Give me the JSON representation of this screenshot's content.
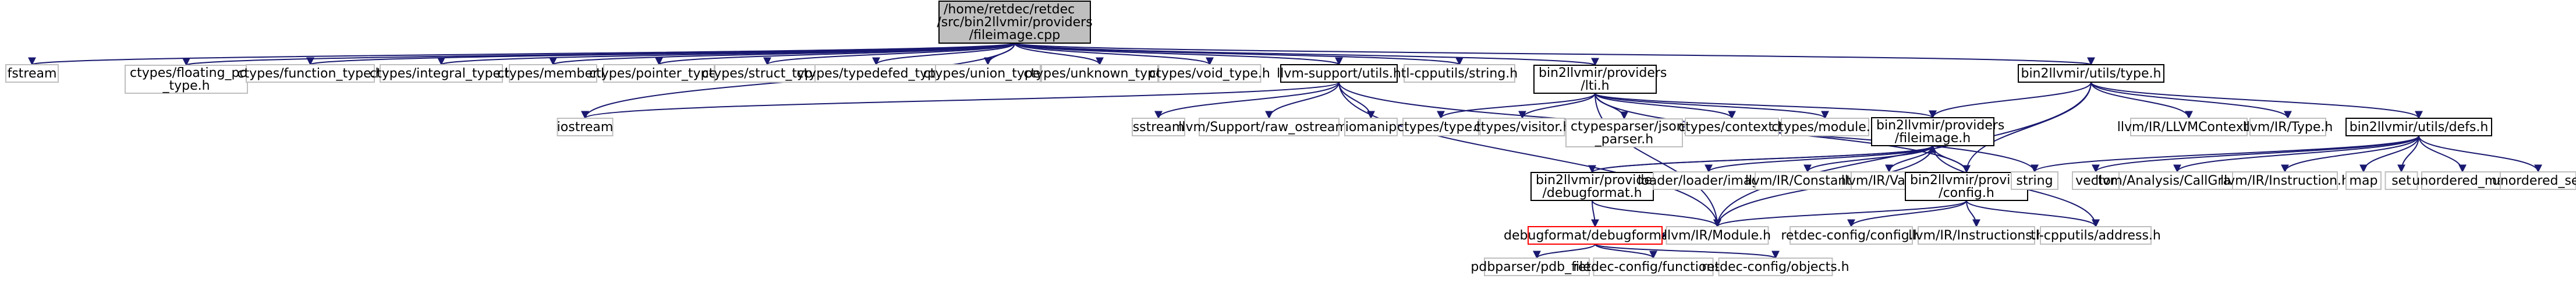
{
  "diagram": {
    "nodes": [
      {
        "id": "root",
        "lines": [
          "/home/retdec/retdec",
          "/src/bin2llvmir/providers",
          "/fileimage.cpp"
        ],
        "style": "root"
      },
      {
        "id": "fstream",
        "lines": [
          "fstream"
        ]
      },
      {
        "id": "ctypes_fp",
        "lines": [
          "ctypes/floating_point",
          "_type.h"
        ]
      },
      {
        "id": "ctypes_function",
        "lines": [
          "ctypes/function_type.h"
        ]
      },
      {
        "id": "ctypes_integral",
        "lines": [
          "ctypes/integral_type.h"
        ]
      },
      {
        "id": "ctypes_member",
        "lines": [
          "ctypes/member.h"
        ]
      },
      {
        "id": "ctypes_pointer",
        "lines": [
          "ctypes/pointer_type.h"
        ]
      },
      {
        "id": "ctypes_struct",
        "lines": [
          "ctypes/struct_type.h"
        ]
      },
      {
        "id": "ctypes_typedefed",
        "lines": [
          "ctypes/typedefed_type.h"
        ]
      },
      {
        "id": "ctypes_union",
        "lines": [
          "ctypes/union_type.h"
        ]
      },
      {
        "id": "ctypes_unknown",
        "lines": [
          "ctypes/unknown_type.h"
        ]
      },
      {
        "id": "ctypes_void",
        "lines": [
          "ctypes/void_type.h"
        ]
      },
      {
        "id": "llvm_support_utils",
        "lines": [
          "llvm-support/utils.h"
        ],
        "style": "dark"
      },
      {
        "id": "tl_string",
        "lines": [
          "tl-cpputils/string.h"
        ]
      },
      {
        "id": "bin2llvmir_lti",
        "lines": [
          "bin2llvmir/providers",
          "/lti.h"
        ],
        "style": "dark"
      },
      {
        "id": "bin2llvmir_type",
        "lines": [
          "bin2llvmir/utils/type.h"
        ],
        "style": "dark"
      },
      {
        "id": "iostream",
        "lines": [
          "iostream"
        ]
      },
      {
        "id": "sstream",
        "lines": [
          "sstream"
        ]
      },
      {
        "id": "raw_ostream",
        "lines": [
          "llvm/Support/raw_ostream.h"
        ]
      },
      {
        "id": "iomanip",
        "lines": [
          "iomanip"
        ]
      },
      {
        "id": "ctypes_type",
        "lines": [
          "ctypes/type.h"
        ]
      },
      {
        "id": "ctypes_visitor",
        "lines": [
          "ctypes/visitor.h"
        ]
      },
      {
        "id": "ctypesparser",
        "lines": [
          "ctypesparser/json_ctypes",
          "_parser.h"
        ]
      },
      {
        "id": "ctypes_context",
        "lines": [
          "ctypes/context.h"
        ]
      },
      {
        "id": "ctypes_module",
        "lines": [
          "ctypes/module.h"
        ]
      },
      {
        "id": "bin2llvmir_fileimage",
        "lines": [
          "bin2llvmir/providers",
          "/fileimage.h"
        ],
        "style": "dark"
      },
      {
        "id": "llvmcontext",
        "lines": [
          "llvm/IR/LLVMContext.h"
        ]
      },
      {
        "id": "llvm_type",
        "lines": [
          "llvm/IR/Type.h"
        ]
      },
      {
        "id": "bin2llvmir_defs",
        "lines": [
          "bin2llvmir/utils/defs.h"
        ],
        "style": "dark"
      },
      {
        "id": "debugformat_h",
        "lines": [
          "bin2llvmir/providers",
          "/debugformat.h"
        ],
        "style": "dark"
      },
      {
        "id": "loader_image",
        "lines": [
          "loader/loader/image.h"
        ]
      },
      {
        "id": "llvm_constants",
        "lines": [
          "llvm/IR/Constants.h"
        ]
      },
      {
        "id": "llvm_value",
        "lines": [
          "llvm/IR/Value.h"
        ]
      },
      {
        "id": "config_h",
        "lines": [
          "bin2llvmir/providers",
          "/config.h"
        ],
        "style": "dark"
      },
      {
        "id": "string",
        "lines": [
          "string"
        ]
      },
      {
        "id": "vector",
        "lines": [
          "vector"
        ]
      },
      {
        "id": "callgraph",
        "lines": [
          "llvm/Analysis/CallGraph.h"
        ]
      },
      {
        "id": "llvm_instruction",
        "lines": [
          "llvm/IR/Instruction.h"
        ]
      },
      {
        "id": "map",
        "lines": [
          "map"
        ]
      },
      {
        "id": "set",
        "lines": [
          "set"
        ]
      },
      {
        "id": "unordered_map",
        "lines": [
          "unordered_map"
        ]
      },
      {
        "id": "unordered_set",
        "lines": [
          "unordered_set"
        ]
      },
      {
        "id": "debugformat_debugformat",
        "lines": [
          "debugformat/debugformat.h"
        ],
        "style": "red"
      },
      {
        "id": "llvm_module",
        "lines": [
          "llvm/IR/Module.h"
        ]
      },
      {
        "id": "retdec_config",
        "lines": [
          "retdec-config/config.h"
        ]
      },
      {
        "id": "llvm_instructions",
        "lines": [
          "llvm/IR/Instructions.h"
        ]
      },
      {
        "id": "tl_address",
        "lines": [
          "tl-cpputils/address.h"
        ]
      },
      {
        "id": "pdb_file",
        "lines": [
          "pdbparser/pdb_file.h"
        ]
      },
      {
        "id": "retdec_functions",
        "lines": [
          "retdec-config/functions.h"
        ]
      },
      {
        "id": "retdec_objects",
        "lines": [
          "retdec-config/objects.h"
        ]
      }
    ],
    "edges": [
      [
        "root",
        "fstream"
      ],
      [
        "root",
        "ctypes_fp"
      ],
      [
        "root",
        "ctypes_function"
      ],
      [
        "root",
        "ctypes_integral"
      ],
      [
        "root",
        "ctypes_member"
      ],
      [
        "root",
        "ctypes_pointer"
      ],
      [
        "root",
        "ctypes_struct"
      ],
      [
        "root",
        "ctypes_typedefed"
      ],
      [
        "root",
        "ctypes_union"
      ],
      [
        "root",
        "ctypes_unknown"
      ],
      [
        "root",
        "ctypes_void"
      ],
      [
        "root",
        "llvm_support_utils"
      ],
      [
        "root",
        "tl_string"
      ],
      [
        "root",
        "bin2llvmir_lti"
      ],
      [
        "root",
        "bin2llvmir_type"
      ],
      [
        "root",
        "iostream"
      ],
      [
        "llvm_support_utils",
        "iostream"
      ],
      [
        "llvm_support_utils",
        "sstream"
      ],
      [
        "llvm_support_utils",
        "raw_ostream"
      ],
      [
        "llvm_support_utils",
        "iomanip"
      ],
      [
        "llvm_support_utils",
        "llvm_module"
      ],
      [
        "llvm_support_utils",
        "string"
      ],
      [
        "bin2llvmir_lti",
        "ctypes_type"
      ],
      [
        "bin2llvmir_lti",
        "ctypes_visitor"
      ],
      [
        "bin2llvmir_lti",
        "ctypesparser"
      ],
      [
        "bin2llvmir_lti",
        "ctypes_context"
      ],
      [
        "bin2llvmir_lti",
        "ctypes_module"
      ],
      [
        "bin2llvmir_lti",
        "bin2llvmir_fileimage"
      ],
      [
        "bin2llvmir_lti",
        "config_h"
      ],
      [
        "bin2llvmir_lti",
        "llvm_module"
      ],
      [
        "bin2llvmir_type",
        "bin2llvmir_fileimage"
      ],
      [
        "bin2llvmir_type",
        "llvmcontext"
      ],
      [
        "bin2llvmir_type",
        "llvm_type"
      ],
      [
        "bin2llvmir_type",
        "bin2llvmir_defs"
      ],
      [
        "bin2llvmir_type",
        "config_h"
      ],
      [
        "bin2llvmir_type",
        "llvm_module"
      ],
      [
        "bin2llvmir_fileimage",
        "debugformat_h"
      ],
      [
        "bin2llvmir_fileimage",
        "loader_image"
      ],
      [
        "bin2llvmir_fileimage",
        "llvm_constants"
      ],
      [
        "bin2llvmir_fileimage",
        "llvm_value"
      ],
      [
        "bin2llvmir_fileimage",
        "config_h"
      ],
      [
        "bin2llvmir_fileimage",
        "llvm_module"
      ],
      [
        "bin2llvmir_fileimage",
        "tl_address"
      ],
      [
        "bin2llvmir_defs",
        "string"
      ],
      [
        "bin2llvmir_defs",
        "vector"
      ],
      [
        "bin2llvmir_defs",
        "callgraph"
      ],
      [
        "bin2llvmir_defs",
        "llvm_instruction"
      ],
      [
        "bin2llvmir_defs",
        "map"
      ],
      [
        "bin2llvmir_defs",
        "set"
      ],
      [
        "bin2llvmir_defs",
        "unordered_map"
      ],
      [
        "bin2llvmir_defs",
        "unordered_set"
      ],
      [
        "debugformat_h",
        "bin2llvmir_fileimage"
      ],
      [
        "debugformat_h",
        "debugformat_debugformat"
      ],
      [
        "debugformat_h",
        "llvm_module"
      ],
      [
        "config_h",
        "retdec_config"
      ],
      [
        "config_h",
        "llvm_instructions"
      ],
      [
        "config_h",
        "llvm_module"
      ],
      [
        "config_h",
        "tl_address"
      ],
      [
        "debugformat_debugformat",
        "pdb_file"
      ],
      [
        "debugformat_debugformat",
        "retdec_functions"
      ],
      [
        "debugformat_debugformat",
        "retdec_objects"
      ],
      [
        "debugformat_debugformat",
        "llvm_module"
      ]
    ]
  }
}
